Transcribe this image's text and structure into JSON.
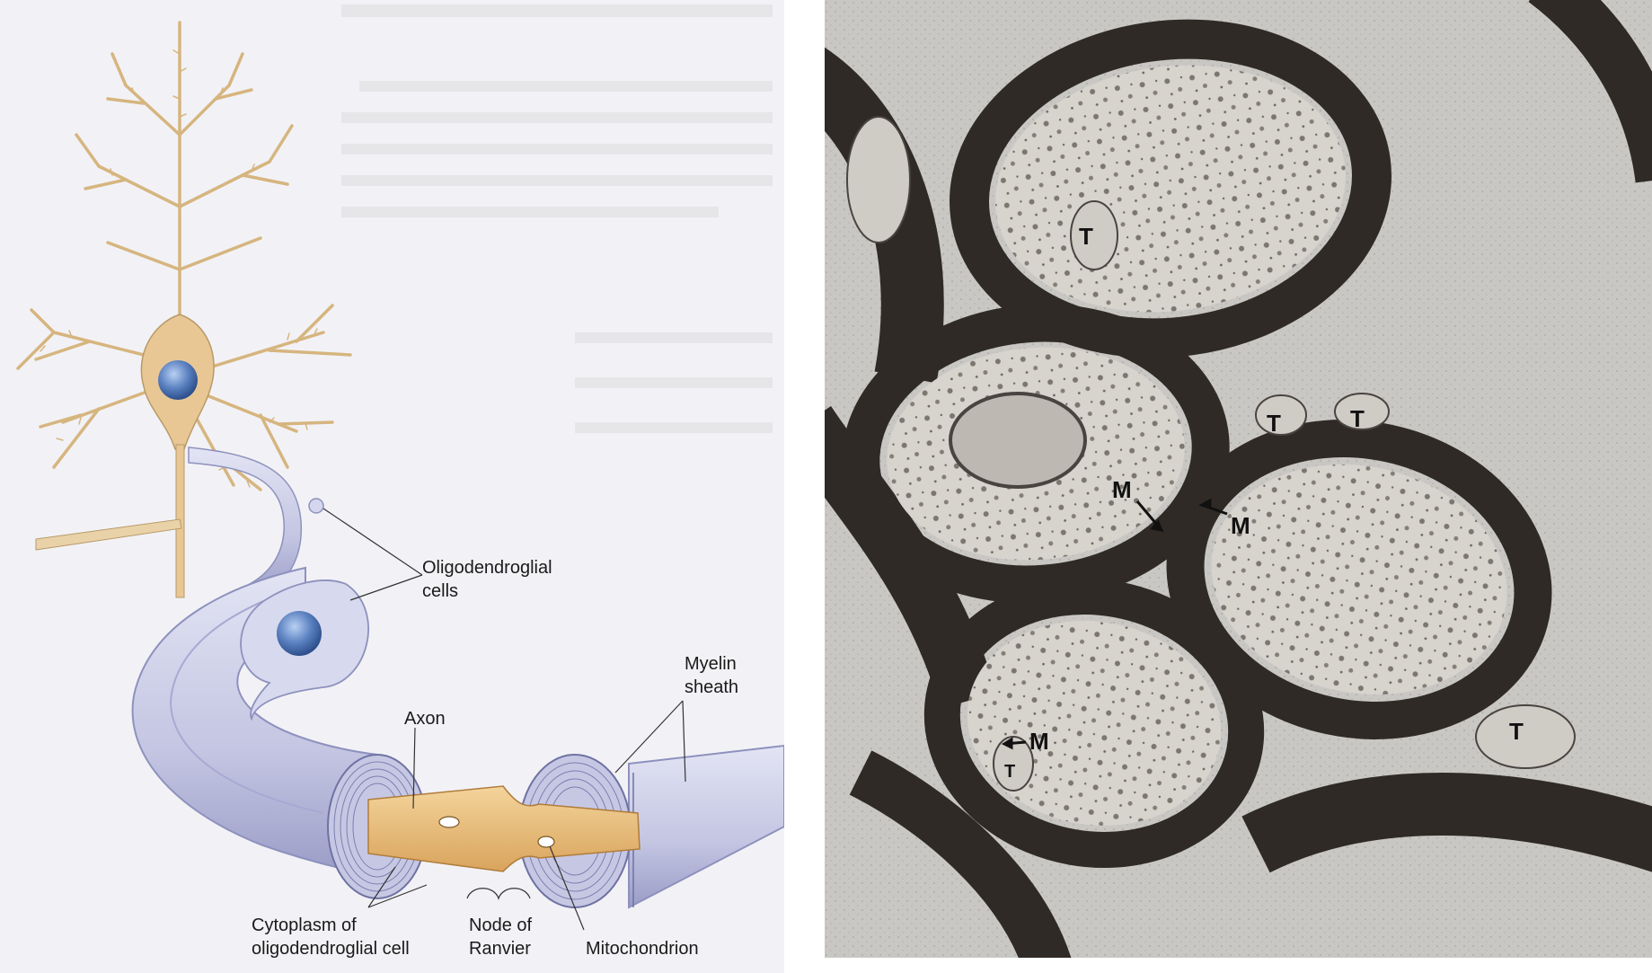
{
  "diagram": {
    "labels": {
      "oligodendroglial_cells": [
        "Oligodendroglial",
        "cells"
      ],
      "myelin_sheath": [
        "Myelin",
        "sheath"
      ],
      "axon": "Axon",
      "cytoplasm": [
        "Cytoplasm of",
        "oligodendroglial cell"
      ],
      "node_of_ranvier": [
        "Node of",
        "Ranvier"
      ],
      "mitochondrion": "Mitochondrion"
    },
    "colors": {
      "neuron": "#e8c795",
      "neuron_outline": "#b89a68",
      "sheath": "#c9cbe6",
      "sheath_dark": "#8e91bd",
      "nucleus": "#5d83c2",
      "axon": "#e7b874"
    }
  },
  "micrograph": {
    "labels": {
      "T": "T",
      "M": "M"
    },
    "colors": {
      "background": "#c9c7c4",
      "myelin": "#2f2a26",
      "axoplasm": "#d7d3cd"
    }
  }
}
